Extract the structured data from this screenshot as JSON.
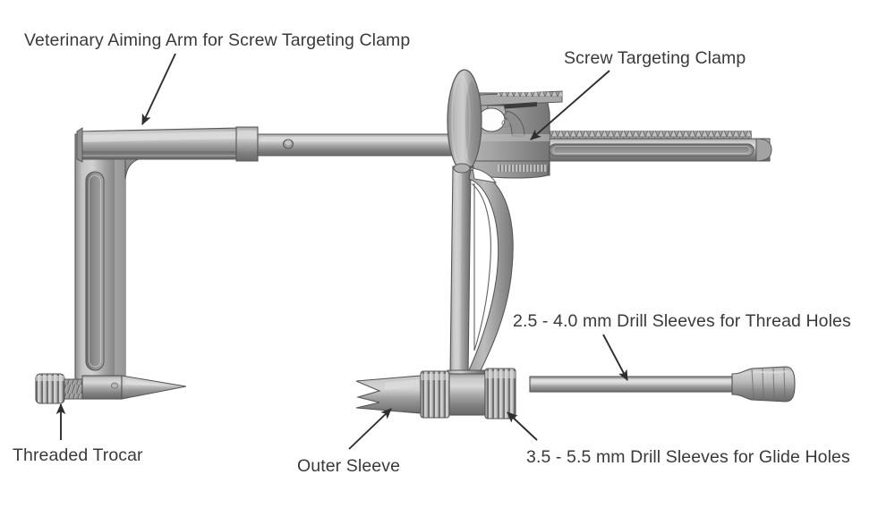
{
  "diagram": {
    "title": "Veterinary Aiming Arm for Screw Targeting Clamp instrument set",
    "background_color": "#ffffff",
    "text_color": "#3a3a3a",
    "metal_colors": {
      "highlight": "#d5d5d5",
      "light": "#c2c2c2",
      "mid": "#9a9a9a",
      "dark": "#6f6f6f",
      "shadow": "#585858",
      "outline": "#4a4a4a"
    },
    "labels": [
      {
        "id": "aiming-arm",
        "text": "Veterinary Aiming Arm for Screw Targeting Clamp",
        "arrow": "down-left"
      },
      {
        "id": "screw-clamp",
        "text": "Screw Targeting Clamp",
        "arrow": "down-left"
      },
      {
        "id": "thread-sleeves",
        "text": "2.5 - 4.0 mm Drill Sleeves for Thread Holes",
        "arrow": "down-right"
      },
      {
        "id": "glide-sleeves",
        "text": "3.5 - 5.5 mm Drill Sleeves for Glide Holes",
        "arrow": "up-left"
      },
      {
        "id": "trocar",
        "text": "Threaded Trocar",
        "arrow": "up"
      },
      {
        "id": "outer-sleeve",
        "text": "Outer Sleeve",
        "arrow": "up-right"
      }
    ],
    "parts": [
      {
        "name": "aiming-arm",
        "shape": "L-shaped frame with long horizontal beam and slotted vertical column"
      },
      {
        "name": "rack-bar",
        "shape": "horizontal toothed rack with elongated rounded slot"
      },
      {
        "name": "screw-targeting-clamp",
        "shape": "clamp body with oval thumbwheel and curved gusset arm"
      },
      {
        "name": "threaded-trocar",
        "shape": "knurled knob, threaded shank, pointed trocar tip"
      },
      {
        "name": "outer-sleeve",
        "shape": "notched trocar tip with two knurled collars"
      },
      {
        "name": "drill-sleeve",
        "shape": "thin cannula rod with flared knurled handle"
      }
    ]
  }
}
